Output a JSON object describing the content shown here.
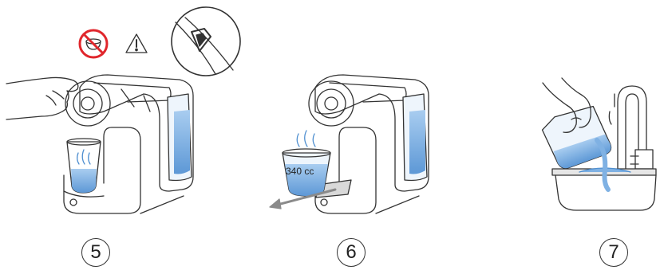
{
  "steps": [
    {
      "number": "5"
    },
    {
      "number": "6",
      "cup_label": "340 cc"
    },
    {
      "number": "7"
    }
  ],
  "icons": {
    "step5": [
      "no-bowl-icon",
      "warning-icon",
      "drip-tray-icon"
    ],
    "step6": [
      "cup-icon",
      "arrow-icon"
    ],
    "step7": [
      "faucet-icon",
      "sink-icon",
      "jug-icon",
      "hand-icon"
    ]
  },
  "colors": {
    "line": "#333333",
    "water": "#7fb1e3",
    "water_dark": "#4f8fd0",
    "prohibit": "#e0262c",
    "arrow": "#8a8a8a"
  }
}
